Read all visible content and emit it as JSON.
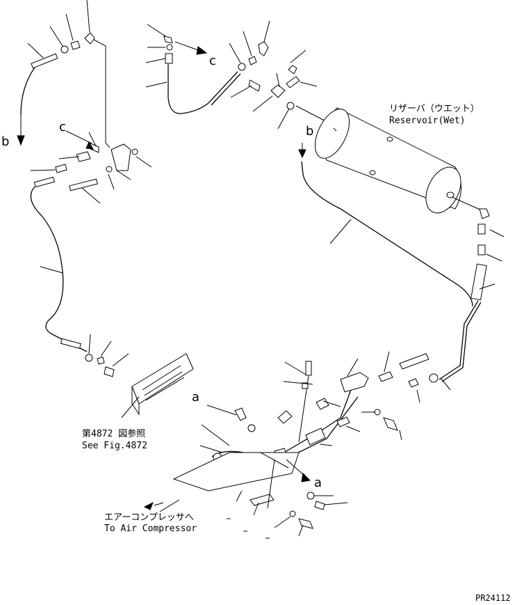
{
  "labels": {
    "reservoir_jp": "リザーバ（ウエット）",
    "reservoir_en": "Reservoir(Wet)",
    "ref_jp": "第4872 図参照",
    "ref_en": "See Fig.4872",
    "compressor_jp": "エアーコンプレッサへ",
    "compressor_en": "To Air Compressor",
    "marker_a": "a",
    "marker_b": "b",
    "marker_c": "c",
    "code": "PR24112"
  }
}
